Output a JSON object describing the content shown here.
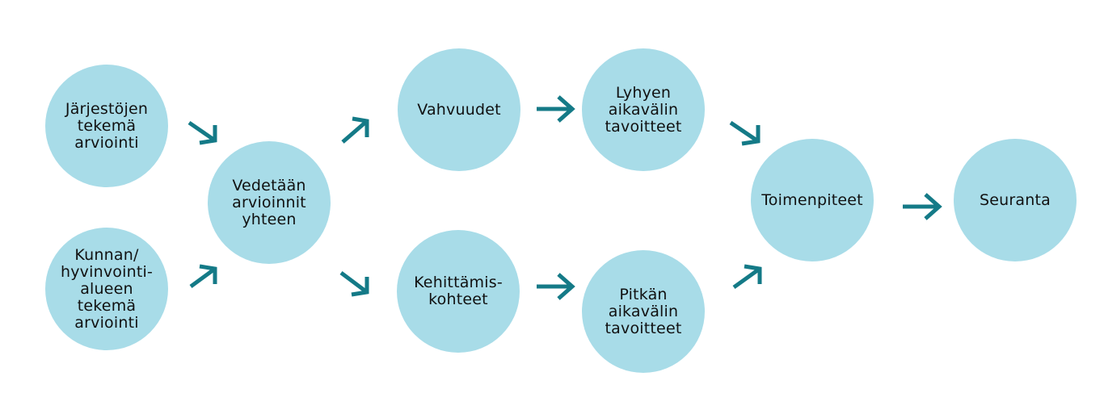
{
  "diagram": {
    "accent_color": "#a8dce8",
    "arrow_color": "#147a87",
    "nodes": [
      {
        "id": "jarjestojen",
        "label": "Järjestöjen\ntekemä\narviointi"
      },
      {
        "id": "kunnan",
        "label": "Kunnan/\nhyvinvointi-\nalueen\ntekemä\narviointi"
      },
      {
        "id": "vedetaan",
        "label": "Vedetään\narvioinnit\nyhteen"
      },
      {
        "id": "vahvuudet",
        "label": "Vahvuudet"
      },
      {
        "id": "kehittamis",
        "label": "Kehittämis-\nkohteet"
      },
      {
        "id": "lyhyen",
        "label": "Lyhyen\naikavälin\ntavoitteet"
      },
      {
        "id": "pitkan",
        "label": "Pitkän\naikavälin\ntavoitteet"
      },
      {
        "id": "toimenpiteet",
        "label": "Toimenpiteet"
      },
      {
        "id": "seuranta",
        "label": "Seuranta"
      }
    ],
    "edges": [
      {
        "from": "jarjestojen",
        "to": "vedetaan"
      },
      {
        "from": "kunnan",
        "to": "vedetaan"
      },
      {
        "from": "vedetaan",
        "to": "vahvuudet"
      },
      {
        "from": "vedetaan",
        "to": "kehittamis"
      },
      {
        "from": "vahvuudet",
        "to": "lyhyen"
      },
      {
        "from": "kehittamis",
        "to": "pitkan"
      },
      {
        "from": "lyhyen",
        "to": "toimenpiteet"
      },
      {
        "from": "pitkan",
        "to": "toimenpiteet"
      },
      {
        "from": "toimenpiteet",
        "to": "seuranta"
      }
    ]
  }
}
